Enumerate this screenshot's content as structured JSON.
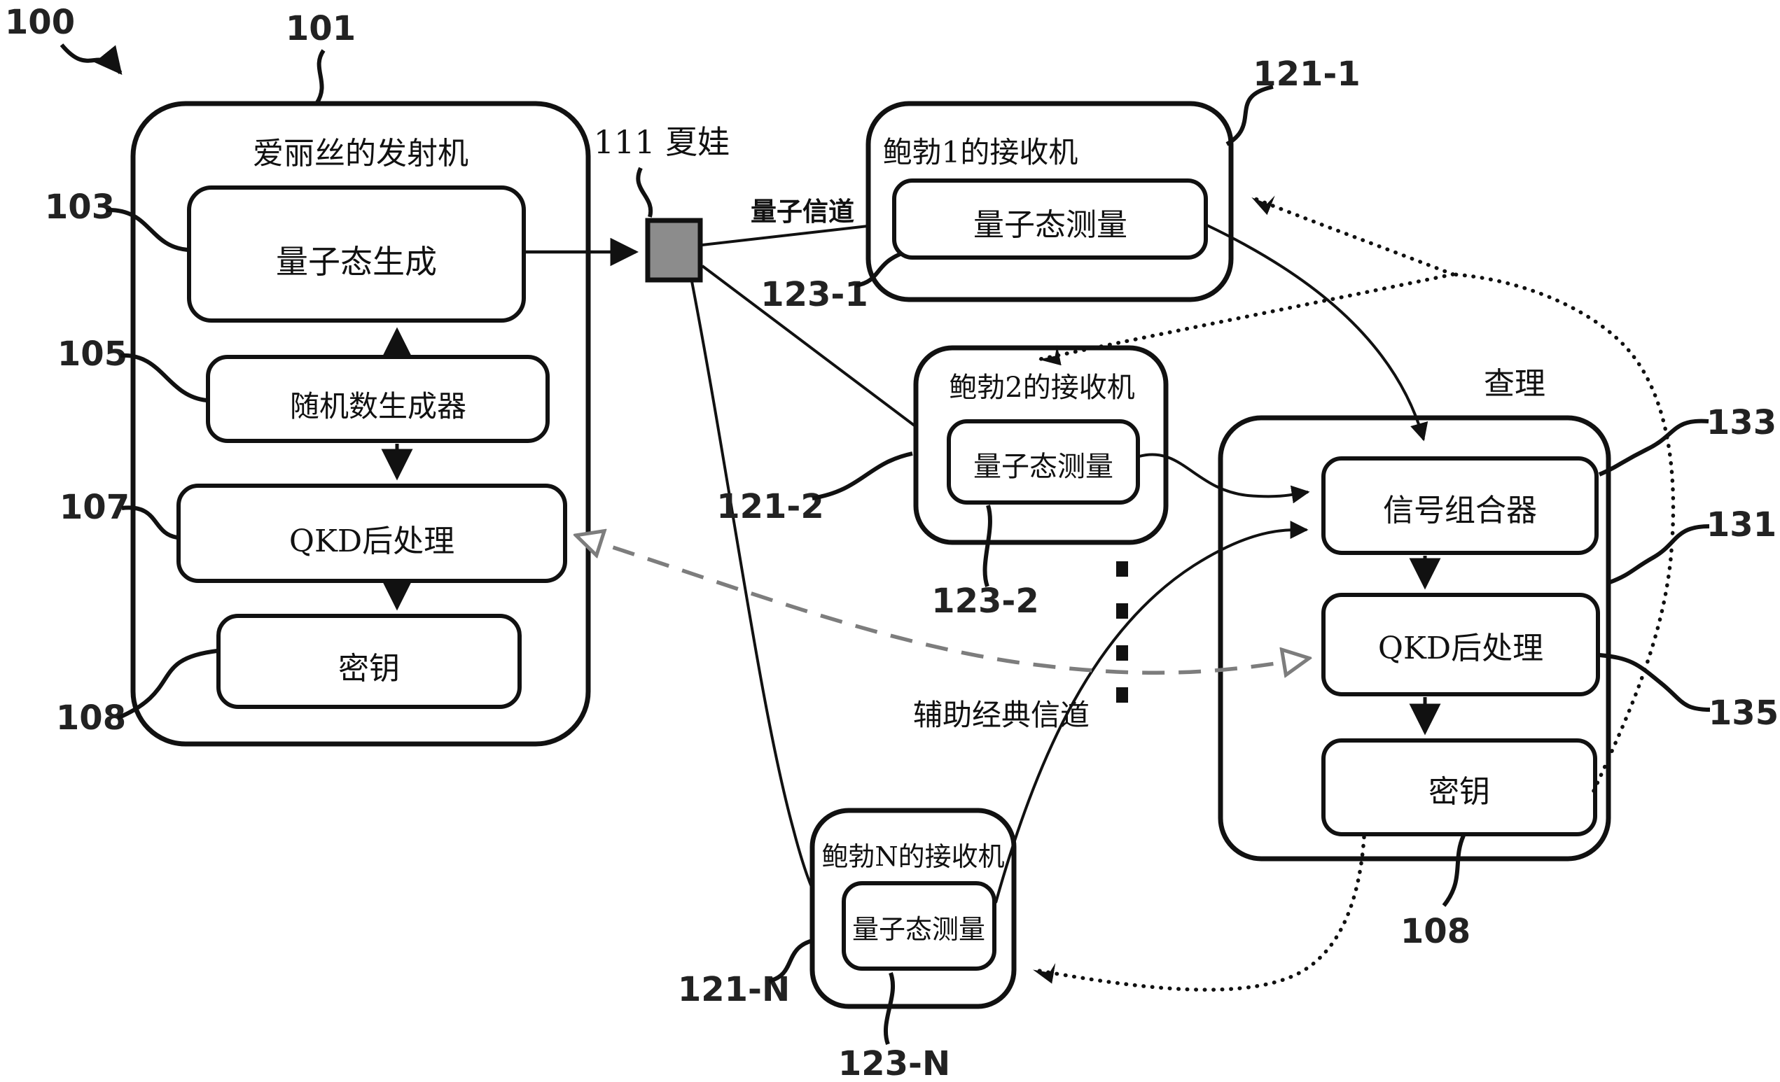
{
  "figure_number": "100",
  "colors": {
    "ink": "#111111",
    "eve_fill": "#8c8c8c",
    "dashed_gray": "#7d7d7d"
  },
  "alice": {
    "ref": "101",
    "title": "爱丽丝的发射机",
    "blocks": [
      {
        "ref": "103",
        "label": "量子态生成"
      },
      {
        "ref": "105",
        "label": "随机数生成器"
      },
      {
        "ref": "107",
        "label": "QKD后处理"
      },
      {
        "ref": "108",
        "label": "密钥"
      }
    ]
  },
  "eve": {
    "ref_and_name": "111 夏娃"
  },
  "channels": {
    "quantum": "量子信道",
    "classical": "辅助经典信道"
  },
  "bobs": [
    {
      "ref": "121-1",
      "title": "鲍勃1的接收机",
      "block": {
        "ref": "123-1",
        "label": "量子态测量"
      }
    },
    {
      "ref": "121-2",
      "title": "鲍勃2的接收机",
      "block": {
        "ref": "123-2",
        "label": "量子态测量"
      }
    },
    {
      "ref": "121-N",
      "title": "鲍勃N的接收机",
      "block": {
        "ref": "123-N",
        "label": "量子态测量"
      }
    }
  ],
  "charlie": {
    "name": "查理",
    "ref": "131",
    "key_ref": "108",
    "blocks": [
      {
        "ref": "133",
        "label": "信号组合器"
      },
      {
        "ref": "135",
        "label": "QKD后处理"
      },
      {
        "ref": "108",
        "label": "密钥"
      }
    ]
  }
}
